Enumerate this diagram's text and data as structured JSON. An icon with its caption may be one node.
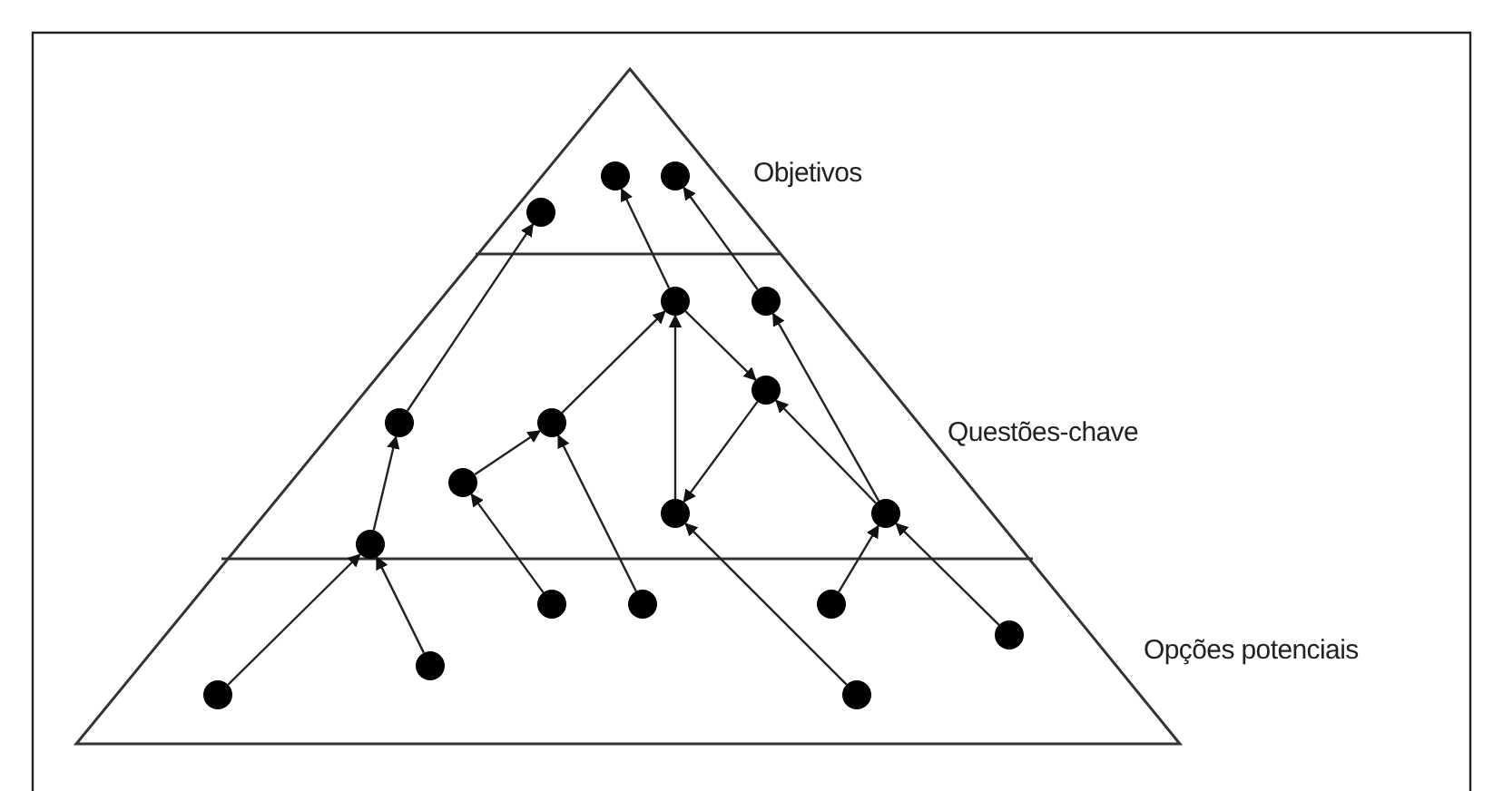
{
  "diagram": {
    "nodes": [
      {
        "text": [],
        "shape": "circle"
      },
      {
        "text": [],
        "shape": "circle"
      },
      {
        "text": [],
        "shape": "circle"
      },
      {
        "text": [],
        "shape": "circle"
      },
      {
        "text": [],
        "shape": "circle"
      },
      {
        "text": [],
        "shape": "circle"
      },
      {
        "text": [],
        "shape": "circle"
      },
      {
        "text": [],
        "shape": "circle"
      },
      {
        "text": [],
        "shape": "circle"
      },
      {
        "text": [],
        "shape": "circle"
      },
      {
        "text": [],
        "shape": "circle"
      },
      {
        "text": [],
        "shape": "circle"
      },
      {
        "text": [],
        "shape": "circle"
      },
      {
        "text": [],
        "shape": "circle"
      },
      {
        "text": [],
        "shape": "circle"
      },
      {
        "text": [],
        "shape": "circle"
      },
      {
        "text": [],
        "shape": "circle"
      },
      {
        "text": [],
        "shape": "circle"
      },
      {
        "text": [],
        "shape": "circle"
      }
    ],
    "edges": [
      {
        "from": 6,
        "to": 2,
        "arrow": "to"
      },
      {
        "from": 3,
        "to": 0,
        "arrow": "to"
      },
      {
        "from": 4,
        "to": 1,
        "arrow": "to"
      },
      {
        "from": 3,
        "to": 5,
        "arrow": "to"
      },
      {
        "from": 7,
        "to": 3,
        "arrow": "to"
      },
      {
        "from": 9,
        "to": 3,
        "arrow": "to"
      },
      {
        "from": 5,
        "to": 9,
        "arrow": "to"
      },
      {
        "from": 10,
        "to": 5,
        "arrow": "to"
      },
      {
        "from": 10,
        "to": 4,
        "arrow": "to"
      },
      {
        "from": 11,
        "to": 6,
        "arrow": "to"
      },
      {
        "from": 8,
        "to": 7,
        "arrow": "to"
      },
      {
        "from": 12,
        "to": 8,
        "arrow": "to"
      },
      {
        "from": 13,
        "to": 7,
        "arrow": "to"
      },
      {
        "from": 17,
        "to": 11,
        "arrow": "to"
      },
      {
        "from": 16,
        "to": 11,
        "arrow": "to"
      },
      {
        "from": 18,
        "to": 9,
        "arrow": "to"
      },
      {
        "from": 14,
        "to": 10,
        "arrow": "to"
      },
      {
        "from": 15,
        "to": 10,
        "arrow": "to"
      }
    ],
    "labels": [
      "Objetivos",
      "Questões-chave",
      "Opções potenciais"
    ]
  }
}
